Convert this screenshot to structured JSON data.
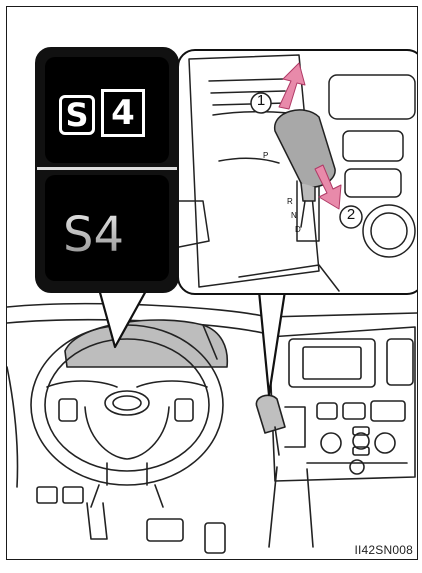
{
  "indicator": {
    "top_s": "S",
    "top_gear": "4",
    "bottom_label": "S4"
  },
  "shifter": {
    "step1": "1",
    "step2": "2",
    "gate_letters": [
      "P",
      "R",
      "N",
      "D"
    ]
  },
  "figure_code": "II42SN008"
}
